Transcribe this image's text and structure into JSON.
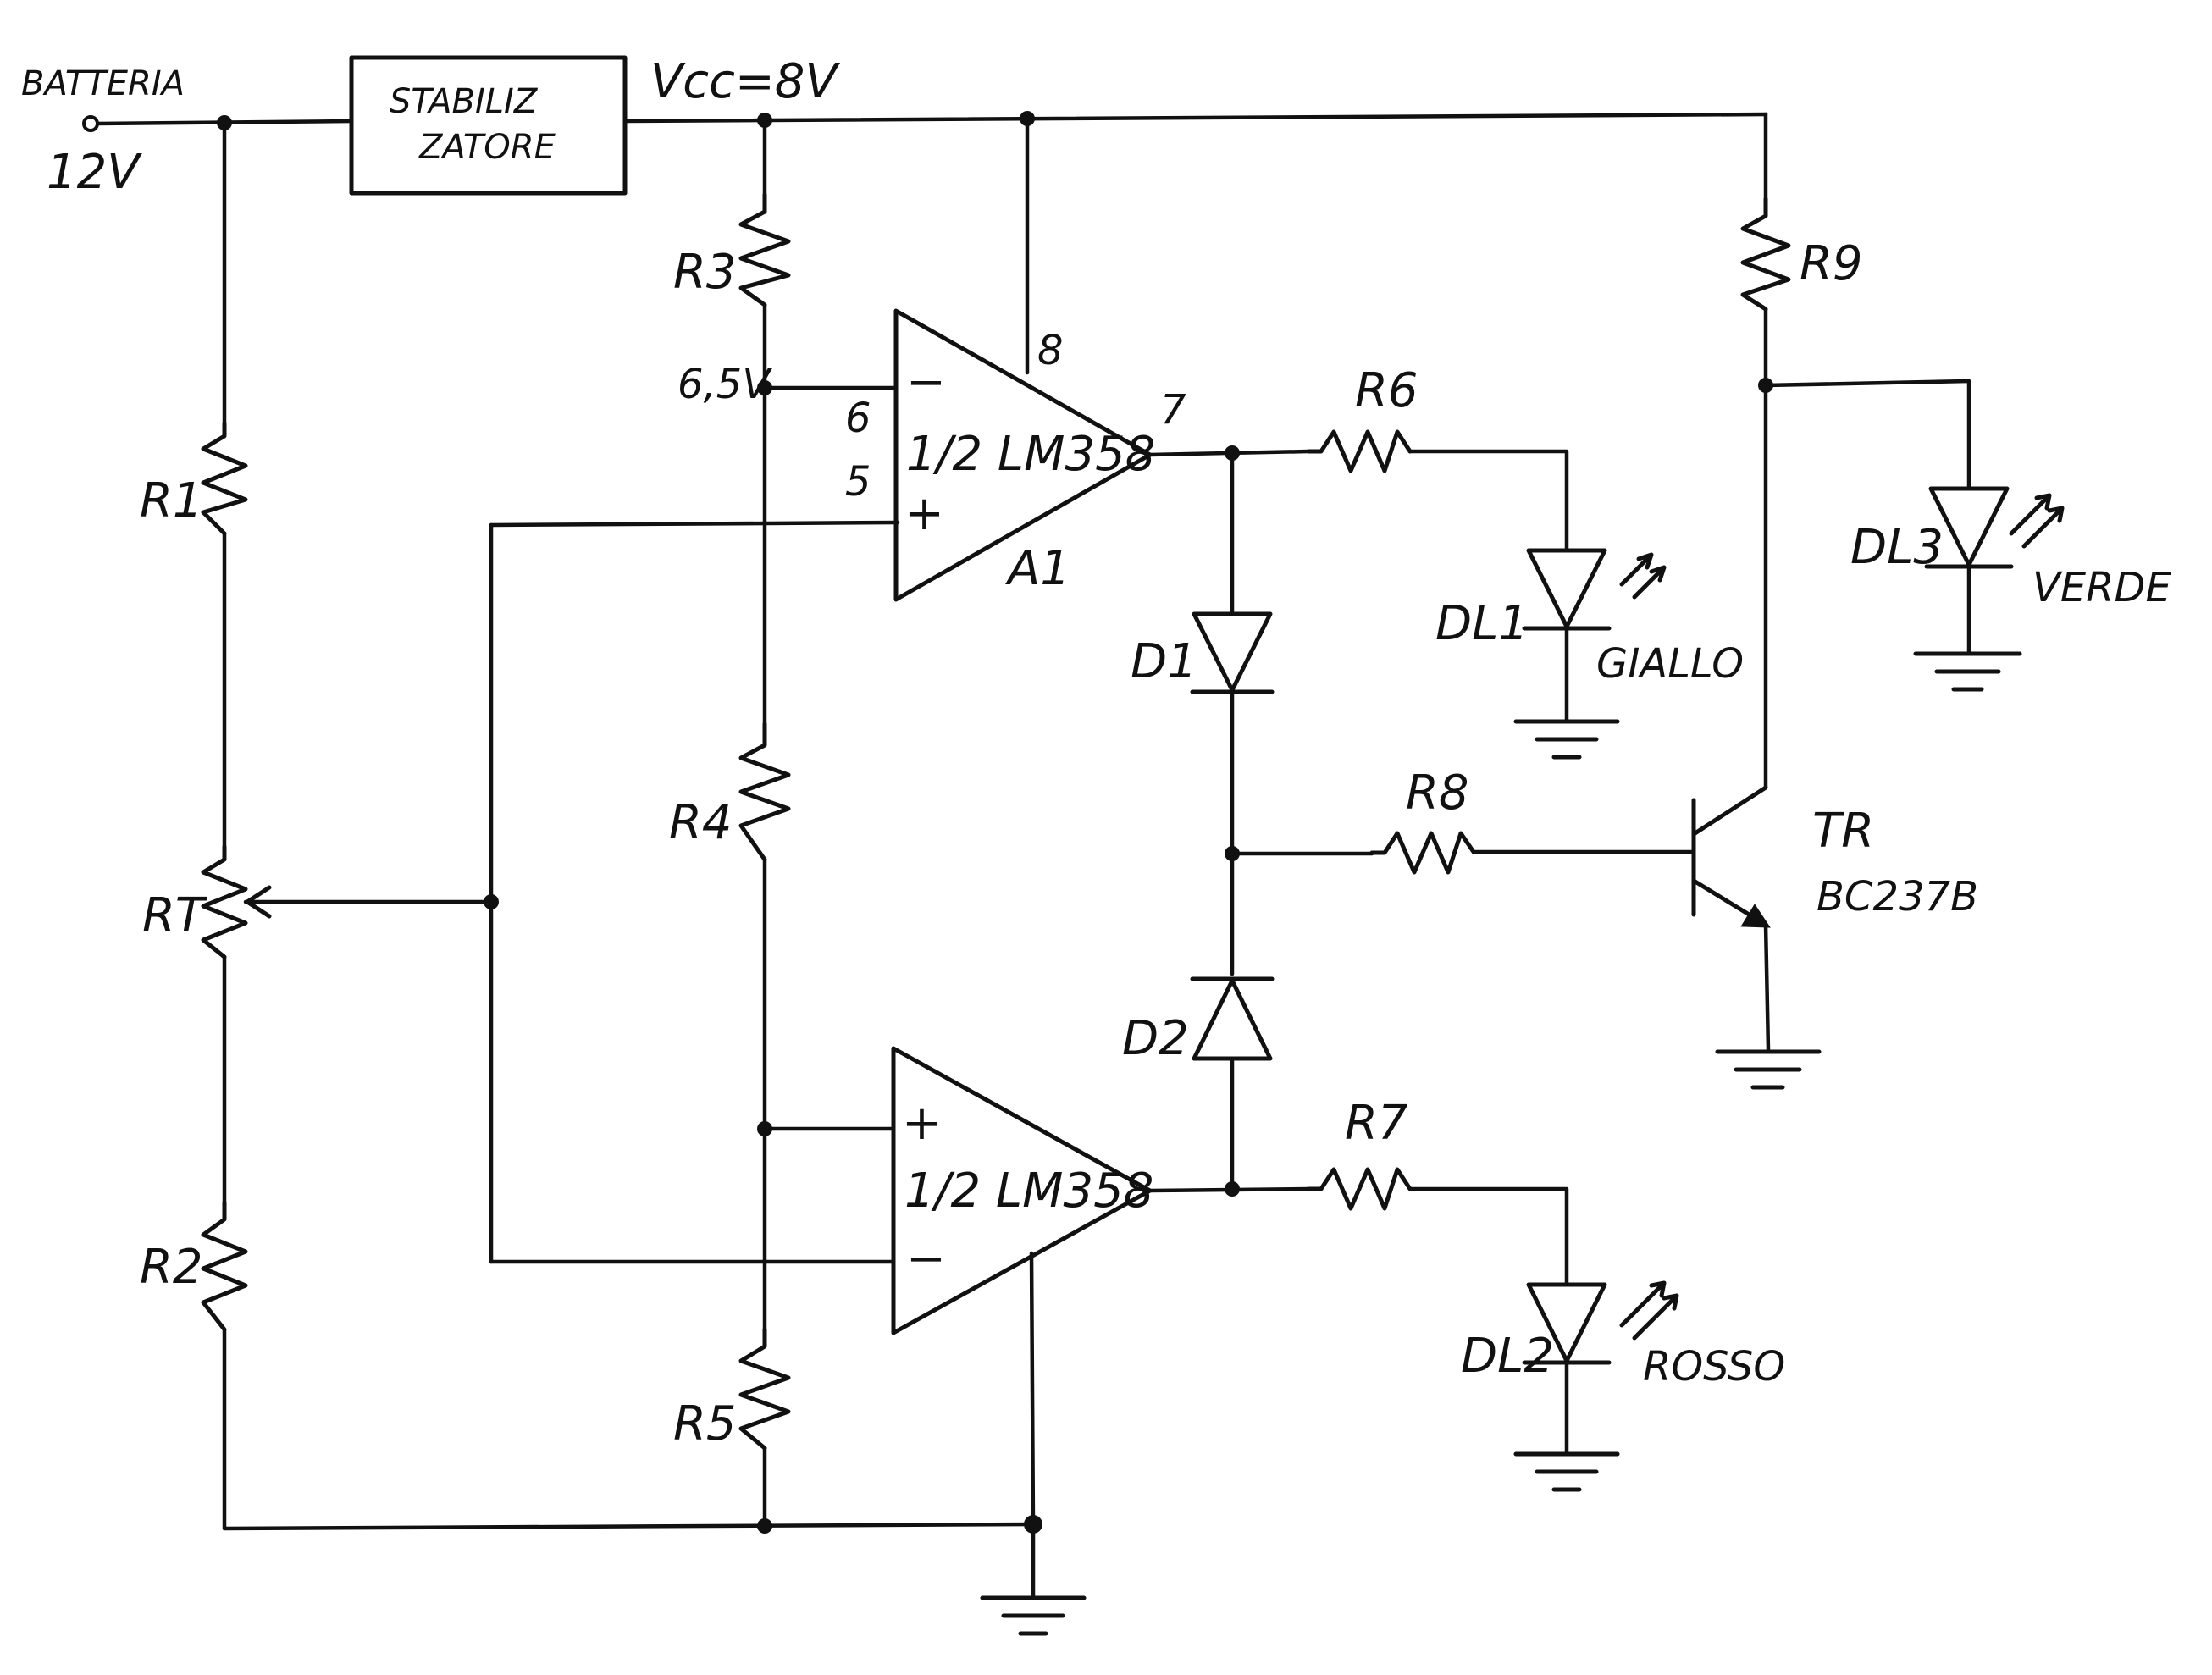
{
  "labels": {
    "battery": "BATTERIA",
    "battery_voltage": "12V",
    "regulator_line1": "STABILIZ",
    "regulator_line2": "ZATORE",
    "vcc": "Vcc=8V",
    "node_voltage": "6,5V",
    "r1": "R1",
    "r2": "R2",
    "r3": "R3",
    "r4": "R4",
    "r5": "R5",
    "r6": "R6",
    "r7": "R7",
    "r8": "R8",
    "r9": "R9",
    "rt": "RT",
    "d1": "D1",
    "d2": "D2",
    "dl1": "DL1",
    "dl2": "DL2",
    "dl3": "DL3",
    "yellow": "GIALLO",
    "red": "ROSSO",
    "green": "VERDE",
    "amp_top": "1/2 LM358",
    "amp_top_name": "A1",
    "amp_bottom": "1/2 LM358",
    "pin8": "8",
    "pin7": "7",
    "pin6": "6",
    "pin5": "5",
    "minus": "−",
    "plus": "+",
    "transistor": "TR",
    "transistor_model": "BC237B"
  }
}
